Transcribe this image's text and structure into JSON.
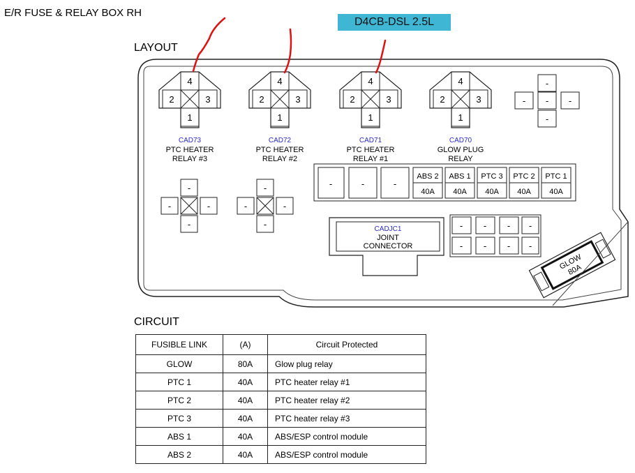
{
  "title": "E/R FUSE & RELAY BOX RH",
  "engine_badge": "D4CB-DSL 2.5L",
  "layout_heading": "LAYOUT",
  "circuit_heading": "CIRCUIT",
  "relays": [
    {
      "code": "CAD73",
      "name_line1": "PTC HEATER",
      "name_line2": "RELAY #3",
      "pins": [
        "4",
        "2",
        "3",
        "1"
      ]
    },
    {
      "code": "CAD72",
      "name_line1": "PTC HEATER",
      "name_line2": "RELAY #2",
      "pins": [
        "4",
        "2",
        "3",
        "1"
      ]
    },
    {
      "code": "CAD71",
      "name_line1": "PTC HEATER",
      "name_line2": "RELAY  #1",
      "pins": [
        "4",
        "2",
        "3",
        "1"
      ]
    },
    {
      "code": "CAD70",
      "name_line1": "GLOW PLUG",
      "name_line2": "RELAY",
      "pins": [
        "4",
        "2",
        "3",
        "1"
      ]
    }
  ],
  "empty_mark": "-",
  "fuses": [
    {
      "name": "ABS 2",
      "rating": "40A"
    },
    {
      "name": "ABS 1",
      "rating": "40A"
    },
    {
      "name": "PTC 3",
      "rating": "40A"
    },
    {
      "name": "PTC 2",
      "rating": "40A"
    },
    {
      "name": "PTC 1",
      "rating": "40A"
    }
  ],
  "joint_connector": {
    "code": "CADJC1",
    "line1": "JOINT",
    "line2": "CONNECTOR"
  },
  "glow_fuse": {
    "line1": "GLOW",
    "line2": "80A"
  },
  "colors": {
    "badge": "#3fb6d3",
    "code_text": "#2a2ad6",
    "annotation": "#e01010"
  },
  "circuit_table": {
    "headers": [
      "FUSIBLE LINK",
      "(A)",
      "Circuit Protected"
    ],
    "rows": [
      [
        "GLOW",
        "80A",
        "Glow plug relay"
      ],
      [
        "PTC 1",
        "40A",
        "PTC heater relay #1"
      ],
      [
        "PTC 2",
        "40A",
        "PTC heater relay #2"
      ],
      [
        "PTC 3",
        "40A",
        "PTC heater relay #3"
      ],
      [
        "ABS 1",
        "40A",
        "ABS/ESP control module"
      ],
      [
        "ABS 2",
        "40A",
        "ABS/ESP control module"
      ]
    ]
  }
}
